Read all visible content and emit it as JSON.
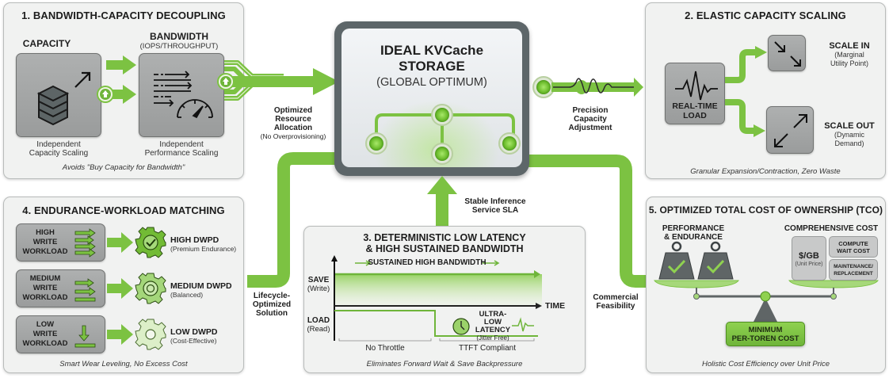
{
  "colors": {
    "accent_green": "#7cc242",
    "dark_green": "#4e8f20",
    "panel_bg": "#f1f2f1",
    "gray_box": "#a5a7a7",
    "dark_gray": "#5f6566"
  },
  "center": {
    "title_line1": "IDEAL KVCache",
    "title_line2": "STORAGE",
    "subtitle": "(GLOBAL OPTIMUM)"
  },
  "connectors": {
    "resource_allocation": {
      "line1": "Optimized",
      "line2": "Resource",
      "line3": "Allocation",
      "note": "(No Overprovisioning)"
    },
    "precision_capacity": {
      "line1": "Precision",
      "line2": "Capacity",
      "line3": "Adjustment"
    },
    "stable_sla": {
      "line1": "Stable Inference",
      "line2": "Service SLA"
    },
    "lifecycle": {
      "line1": "Lifecycle-",
      "line2": "Optimized",
      "line3": "Solution"
    },
    "commercial": {
      "line1": "Commercial",
      "line2": "Feasibility"
    }
  },
  "panel1": {
    "title": "1. BANDWIDTH-CAPACITY DECOUPLING",
    "capacity_label": "CAPACITY",
    "bandwidth_label": "BANDWIDTH",
    "bandwidth_sub": "(IOPS/THROUGHPUT)",
    "capacity_caption_1": "Independent",
    "capacity_caption_2": "Capacity Scaling",
    "bandwidth_caption_1": "Independent",
    "bandwidth_caption_2": "Performance Scaling",
    "footer": "Avoids \"Buy Capacity for Bandwidth\""
  },
  "panel2": {
    "title": "2. ELASTIC CAPACITY SCALING",
    "load_line1": "REAL-TIME",
    "load_line2": "LOAD",
    "scale_in": "SCALE IN",
    "scale_in_sub1": "(Marginal",
    "scale_in_sub2": "Utility Point)",
    "scale_out": "SCALE OUT",
    "scale_out_sub1": "(Dynamic",
    "scale_out_sub2": "Demand)",
    "footer": "Granular Expansion/Contraction, Zero Waste"
  },
  "panel3": {
    "title_line1": "3. DETERMINISTIC LOW LATENCY",
    "title_line2": "& HIGH SUSTAINED BANDWIDTH",
    "sustained": "SUSTAINED HIGH BANDWIDTH",
    "save": "SAVE",
    "save_sub": "(Write)",
    "load": "LOAD",
    "load_sub": "(Read)",
    "time": "TIME",
    "latency_1": "ULTRA-LOW",
    "latency_2": "LATENCY",
    "latency_sub": "(Jitter Free)",
    "no_throttle": "No Throttle",
    "ttft": "TTFT Compliant",
    "footer": "Eliminates Forward Wait & Save Backpressure"
  },
  "panel4": {
    "title": "4. ENDURANCE-WORKLOAD MATCHING",
    "rows": [
      {
        "w1": "HIGH",
        "w2": "WRITE",
        "w3": "WORKLOAD",
        "dwpd": "HIGH DWPD",
        "note": "(Premium Endurance)"
      },
      {
        "w1": "MEDIUM",
        "w2": "WRITE",
        "w3": "WORKLOAD",
        "dwpd": "MEDIUM DWPD",
        "note": "(Balanced)"
      },
      {
        "w1": "LOW",
        "w2": "WRITE",
        "w3": "WORKLOAD",
        "dwpd": "LOW DWPD",
        "note": "(Cost-Effective)"
      }
    ],
    "footer": "Smart Wear Leveling, No Excess Cost"
  },
  "panel5": {
    "title": "5. OPTIMIZED TOTAL COST OF OWNERSHIP (TCO)",
    "perf_1": "PERFORMANCE",
    "perf_2": "& ENDURANCE",
    "comp": "COMPREHENSIVE COST",
    "gb": "$/GB",
    "gb_sub": "(Unit Price)",
    "compute_1": "COMPUTE",
    "compute_2": "WAIT COST",
    "maint_1": "MAINTENANCE/",
    "maint_2": "REPLACEMENT",
    "min_1": "MINIMUM",
    "min_2": "PER-TOREN COST",
    "footer": "Holistic Cost Efficiency over Unit Price"
  }
}
